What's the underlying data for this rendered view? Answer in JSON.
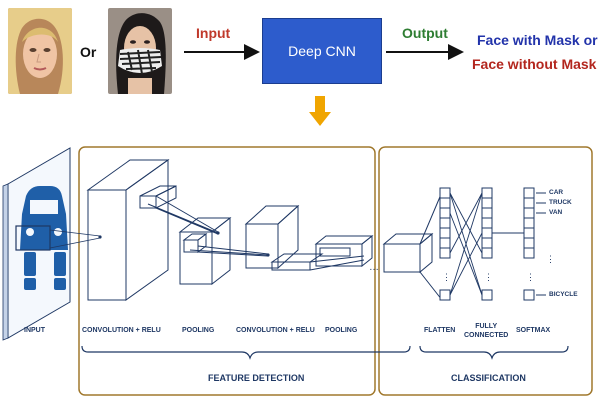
{
  "top": {
    "or_label": "Or",
    "input_label": "Input",
    "cnn_label": "Deep CNN",
    "output_label": "Output",
    "result_line1": "Face with Mask or",
    "result_line2": "Face without Mask"
  },
  "diagram": {
    "layers": [
      "INPUT",
      "CONVOLUTION + RELU",
      "POOLING",
      "CONVOLUTION + RELU",
      "POOLING",
      "FLATTEN",
      "FULLY\nCONNECTED",
      "SOFTMAX"
    ],
    "section_feature": "FEATURE DETECTION",
    "section_classification": "CLASSIFICATION",
    "classes": [
      "CAR",
      "TRUCK",
      "VAN",
      "BICYCLE"
    ]
  },
  "colors": {
    "brand_blue": "#2d5ccc",
    "input_red": "#c0392b",
    "output_green": "#2e7d32",
    "arrow_orange": "#f0a500",
    "frame_brown": "#a0782d",
    "diagram_navy": "#1f3864"
  },
  "icons": [
    "woman-face-photo",
    "masked-face-photo",
    "car-icon",
    "down-arrow-icon"
  ]
}
